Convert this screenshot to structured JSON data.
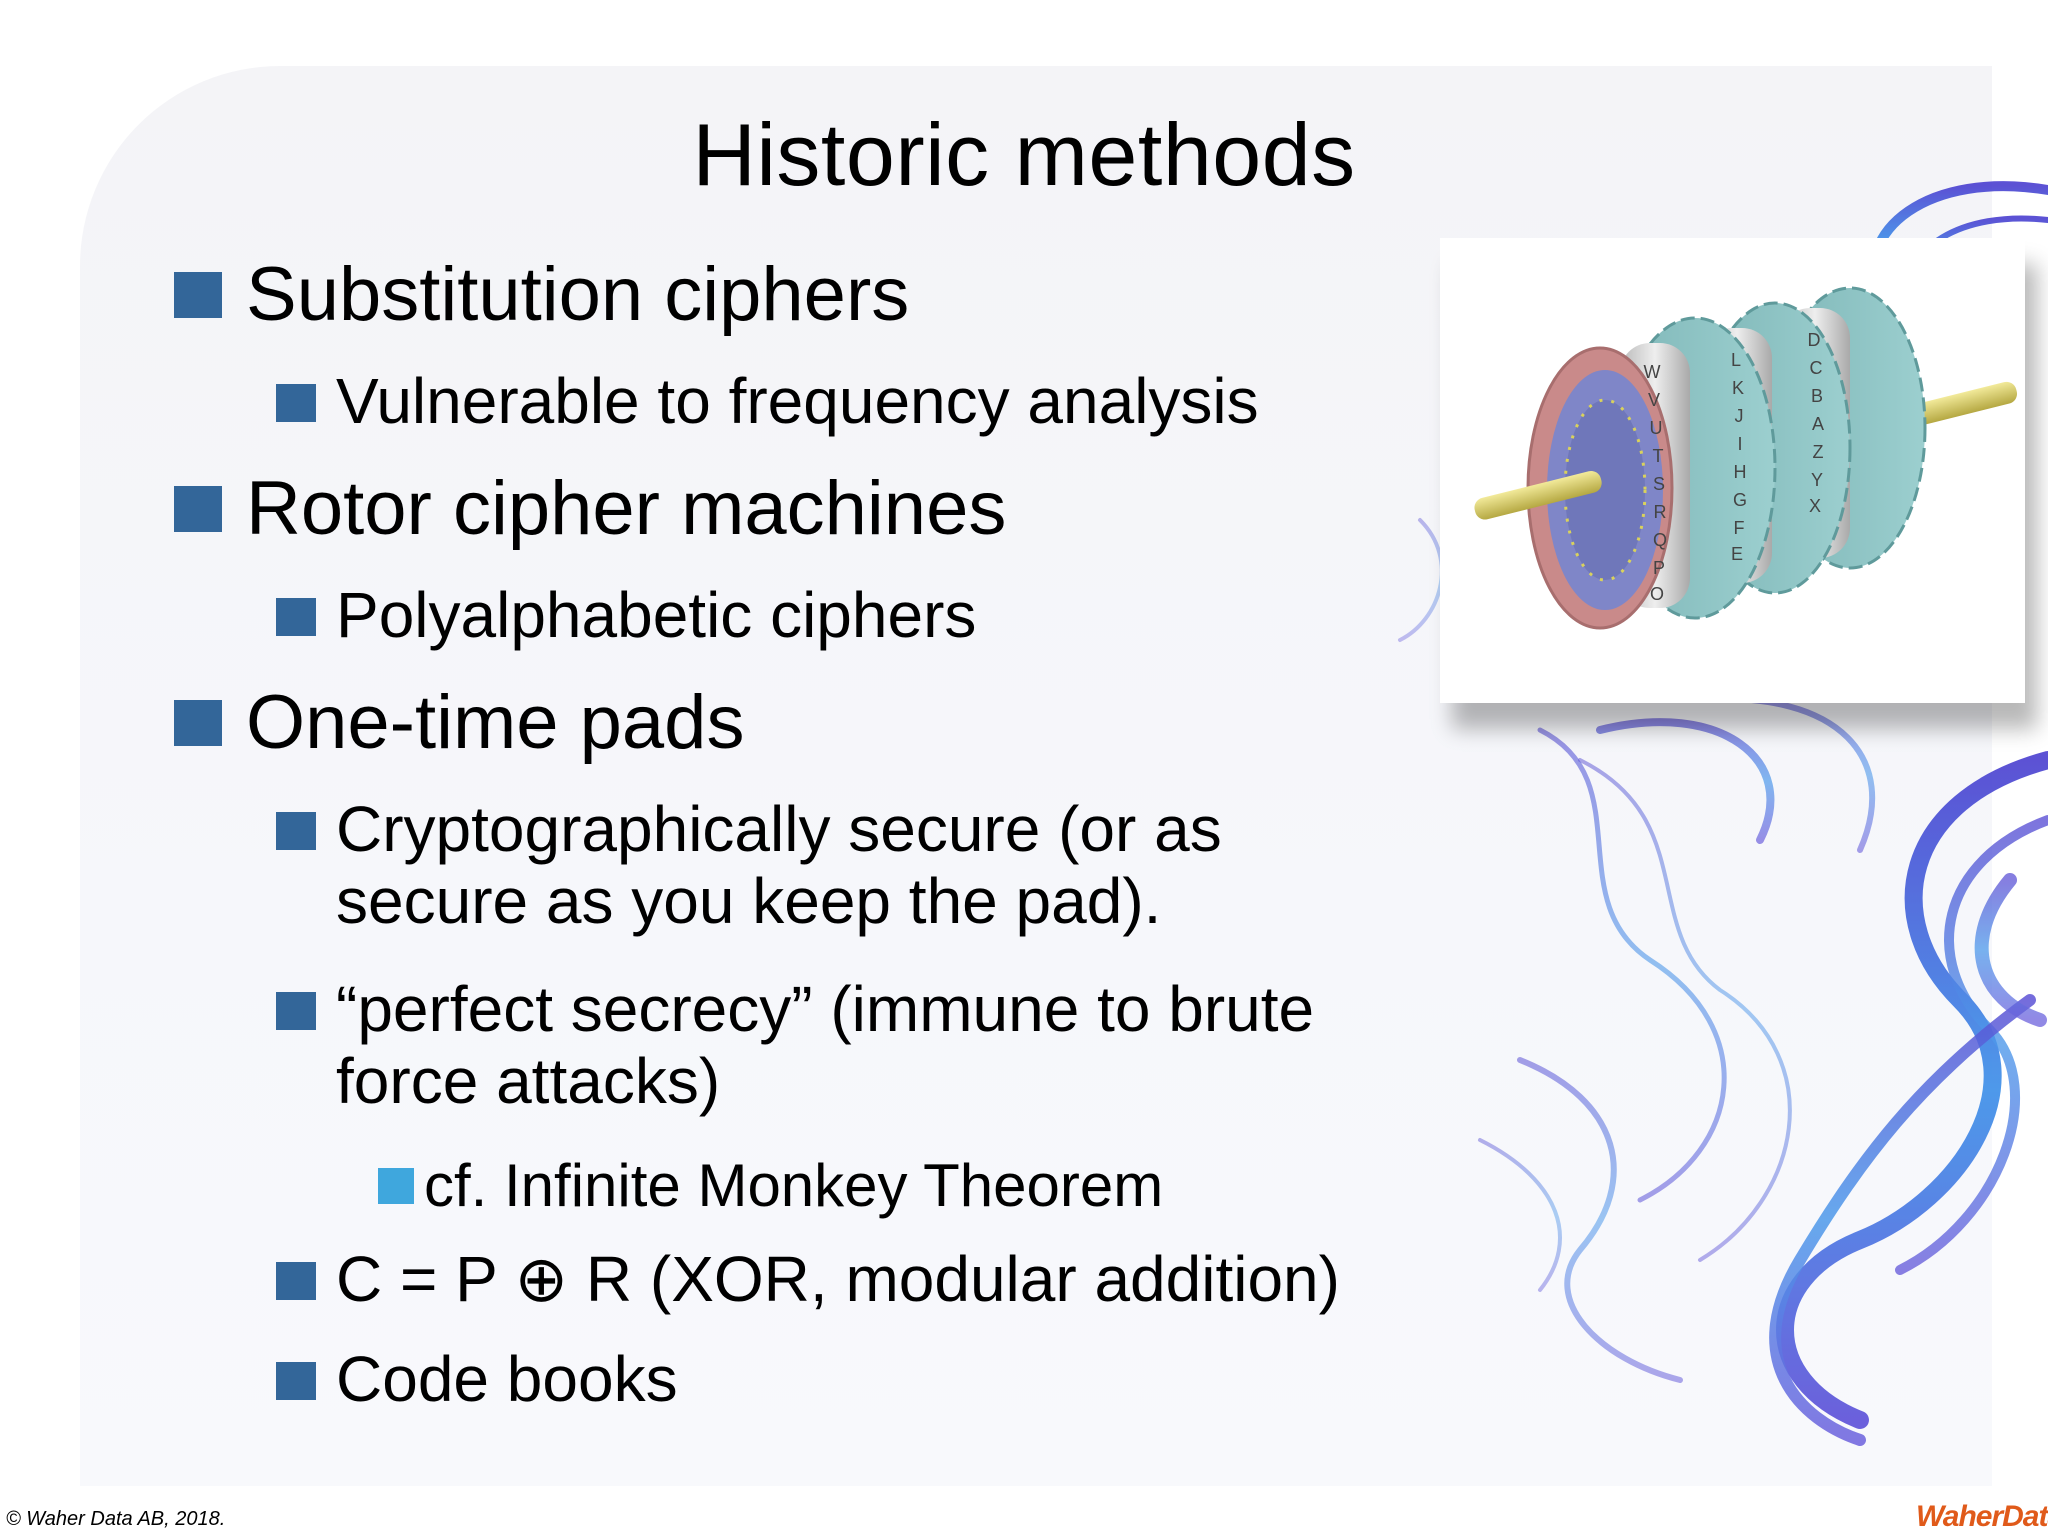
{
  "slide": {
    "title": "Historic methods",
    "copyright": "© Waher Data AB, 2018.",
    "logo_text": "WaherData",
    "bullet_color": "#336699",
    "sub_bullet_color": "#3fa7dd"
  },
  "bullets": [
    {
      "level": 1,
      "text": "Substitution ciphers"
    },
    {
      "level": 2,
      "text": "Vulnerable to frequency analysis"
    },
    {
      "level": 1,
      "text": "Rotor cipher machines"
    },
    {
      "level": 2,
      "text": "Polyalphabetic ciphers"
    },
    {
      "level": 1,
      "text": "One-time pads"
    },
    {
      "level": 2,
      "text": "Cryptographically secure (or as",
      "text2": "secure as you keep the pad)."
    },
    {
      "level": 2,
      "text": "“perfect secrecy” (immune to brute",
      "text2": "force attacks)"
    },
    {
      "level": 3,
      "text": "cf. Infinite Monkey Theorem"
    },
    {
      "level": 2,
      "text": "C = P ⊕ R (XOR, modular addition)"
    },
    {
      "level": 2,
      "text": "Code books"
    }
  ],
  "image": {
    "name": "rotor-cipher-wheels-image",
    "visible_letters": [
      "W",
      "V",
      "U",
      "T",
      "S",
      "R",
      "Q",
      "P",
      "O",
      "L",
      "K",
      "J",
      "I",
      "H",
      "G",
      "F",
      "E",
      "D",
      "C",
      "B",
      "A",
      "Z",
      "Y",
      "X"
    ]
  }
}
